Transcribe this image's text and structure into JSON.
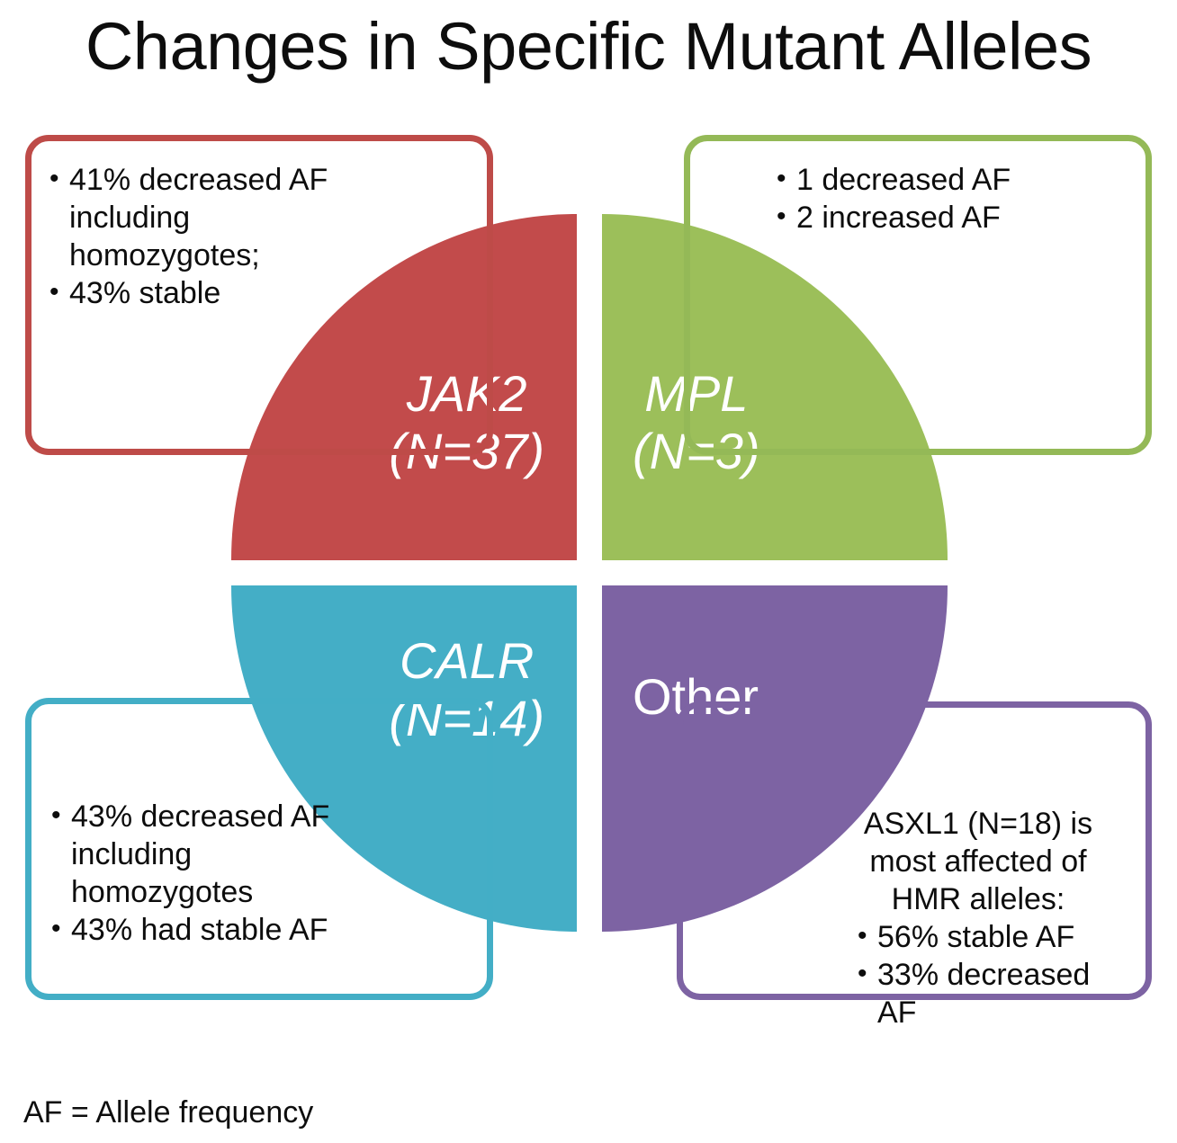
{
  "page": {
    "title": "Changes in Specific Mutant Alleles",
    "footnote": "AF = Allele frequency",
    "background": "#ffffff"
  },
  "pie": {
    "type": "quadrant-diagram",
    "segments": [
      {
        "key": "jak2",
        "gene": "JAK2",
        "count_label": "(N=37)",
        "n": 37,
        "color": "#c24b4b",
        "italic": true,
        "position": "top-left"
      },
      {
        "key": "mpl",
        "gene": "MPL",
        "count_label": "(N=3)",
        "n": 3,
        "color": "#9cbf5a",
        "italic": true,
        "position": "top-right"
      },
      {
        "key": "calr",
        "gene": "CALR",
        "count_label": "(N=14)",
        "n": 14,
        "color": "#44aec6",
        "italic": true,
        "position": "bottom-left"
      },
      {
        "key": "other",
        "gene": "Other",
        "count_label": "",
        "n": null,
        "color": "#7d63a3",
        "italic": false,
        "position": "bottom-right"
      }
    ]
  },
  "callouts": {
    "jak2": {
      "border_color": "#be4b48",
      "bullets": [
        "41% decreased AF including homozygotes;",
        "43% stable"
      ]
    },
    "mpl": {
      "border_color": "#94b957",
      "bullets": [
        "1 decreased AF",
        "2 increased AF"
      ]
    },
    "calr": {
      "border_color": "#43aec6",
      "bullets": [
        "43% decreased AF including homozygotes",
        "43% had stable AF"
      ]
    },
    "other": {
      "border_color": "#7d63a3",
      "lead": "ASXL1 (N=18) is most affected of HMR alleles:",
      "bullets": [
        "56% stable AF",
        "33% decreased AF"
      ]
    }
  }
}
